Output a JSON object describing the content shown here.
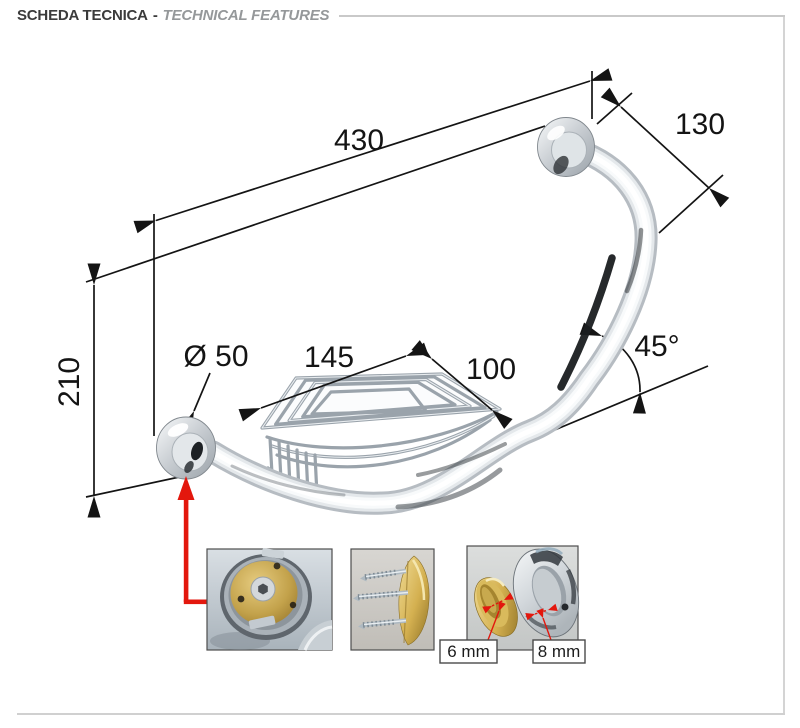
{
  "header": {
    "title_primary": "SCHEDA TECNICA",
    "separator": "-",
    "title_secondary": "TECHNICAL FEATURES"
  },
  "dimensions": {
    "bar_length": "430",
    "bar_depth": "130",
    "bar_height": "210",
    "flange_diameter": "Ø 50",
    "basket_length": "145",
    "basket_depth": "100",
    "bend_angle": "45°"
  },
  "detail_callouts": {
    "screw_size": "6 mm",
    "ring_size": "8 mm"
  },
  "colors": {
    "line_black": "#141414",
    "accent_red": "#e3170d",
    "chrome_mid": "#c7ccd1",
    "brass": "#c9a751",
    "header_dark": "#3b3b3b",
    "header_gray": "#95989a",
    "rule_gray": "#c9c9c9",
    "frame_gray": "#d2d2d2"
  }
}
